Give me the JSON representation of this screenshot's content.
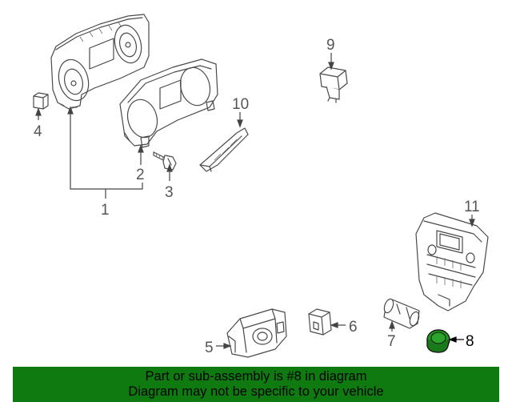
{
  "callouts": {
    "c1": "1",
    "c2": "2",
    "c3": "3",
    "c4": "4",
    "c5": "5",
    "c6": "6",
    "c7": "7",
    "c8": "8",
    "c9": "9",
    "c10": "10",
    "c11": "11"
  },
  "highlight_part": "8",
  "colors": {
    "banner_bg": "#0f7a0f",
    "highlight_fill": "#1f9a1f",
    "line": "#4a4a4a"
  },
  "banner": {
    "line1": "Part or sub-assembly is #8 in diagram",
    "line2": "Diagram may not be specific to your vehicle"
  }
}
